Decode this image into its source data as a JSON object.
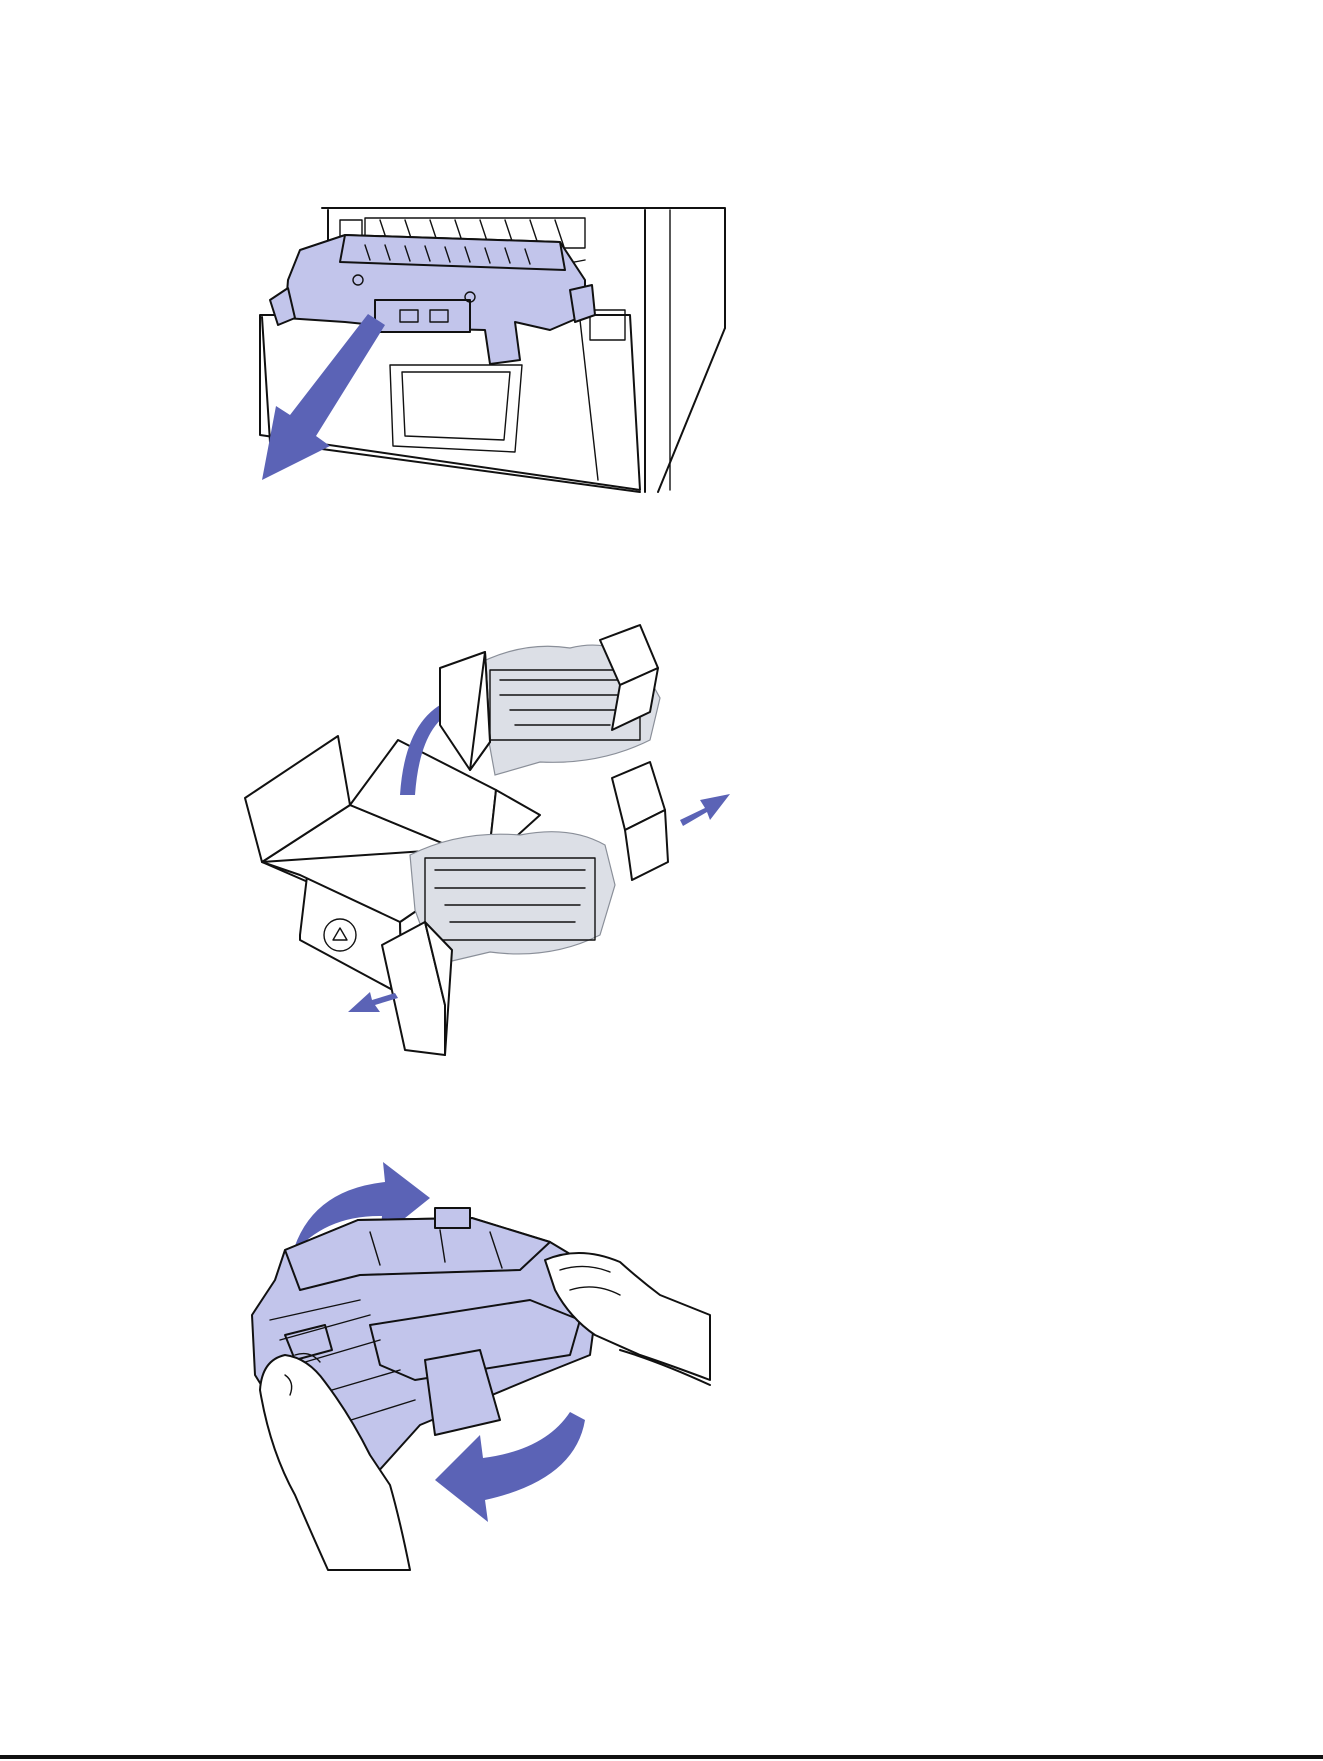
{
  "colors": {
    "part": "#c2c5eb",
    "arrow": "#5b63b6",
    "wrap": "#dcdfe6",
    "line": "#111111"
  },
  "figures": [
    {
      "name": "remove-old-cartridge",
      "icon": "printer-open-with-cartridge-pulled-out-arrow"
    },
    {
      "name": "unpack-new-cartridge",
      "icon": "box-and-wrapped-cartridge-with-end-caps"
    },
    {
      "name": "rock-cartridge",
      "icon": "hands-rocking-cartridge-with-rotation-arrows"
    }
  ]
}
